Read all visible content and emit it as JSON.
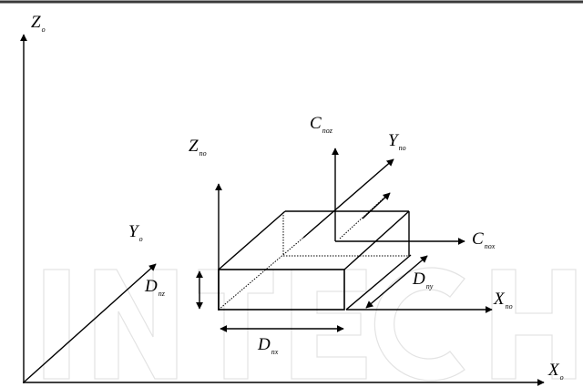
{
  "diagram": {
    "description": "Coordinate frames of a rectangular block with dimensions Dnx, Dny, Dnz and offsets",
    "colors": {
      "line": "#000000",
      "background": "#ffffff",
      "watermark": "#e6e6e6",
      "top_border": "#3a3a3a"
    },
    "watermark": "INTECH",
    "labels": {
      "z_o": {
        "main": "Z",
        "sub": "o"
      },
      "x_o": {
        "main": "X",
        "sub": "o"
      },
      "y_o": {
        "main": "Y",
        "sub": "o"
      },
      "z_no": {
        "main": "Z",
        "sub": "no"
      },
      "y_no": {
        "main": "Y",
        "sub": "no"
      },
      "x_no": {
        "main": "X",
        "sub": "no"
      },
      "c_noz": {
        "main": "C",
        "sub": "noz"
      },
      "c_nox": {
        "main": "C",
        "sub": "nox"
      },
      "d_nx": {
        "main": "D",
        "sub": "nx"
      },
      "d_ny": {
        "main": "D",
        "sub": "ny"
      },
      "d_nz": {
        "main": "D",
        "sub": "nz"
      }
    }
  }
}
